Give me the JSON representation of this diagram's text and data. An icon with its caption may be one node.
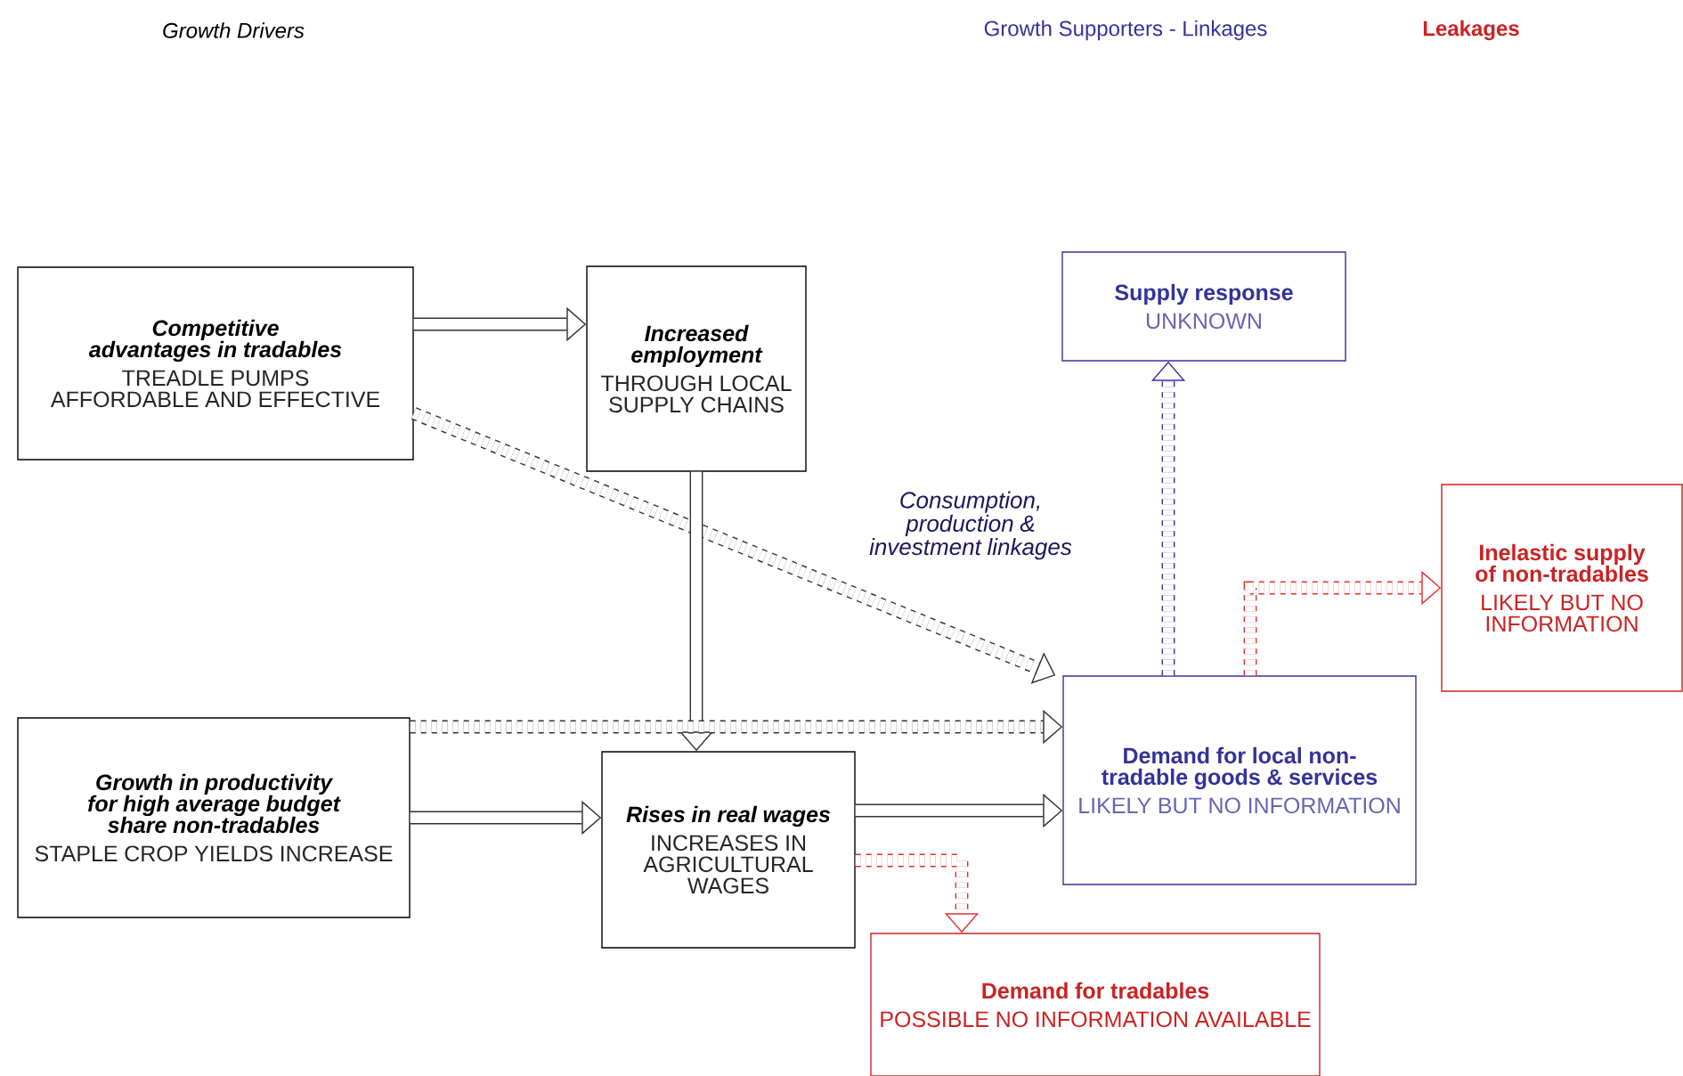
{
  "diagram": {
    "nodes": [
      {
        "text": [
          "Competitive advantages in tradables",
          "TREADLE PUMPS AFFORDABLE AND EFFECTIVE"
        ]
      },
      {
        "text": [
          "Increased employment",
          "THROUGH LOCAL SUPPLY CHAINS"
        ]
      },
      {
        "text": [
          "Supply response",
          "UNKNOWN"
        ]
      },
      {
        "text": [
          "Inelastic supply of non-tradables",
          "LIKELY BUT NO INFORMATION"
        ]
      },
      {
        "text": [
          "Growth in productivity for high average budget share non-tradables",
          "STAPLE CROP YIELDS INCREASE"
        ]
      },
      {
        "text": [
          "Rises in real wages",
          "INCREASES IN AGRICULTURAL WAGES"
        ]
      },
      {
        "text": [
          "Demand for local non-tradable goods & services",
          "LIKELY BUT NO INFORMATION"
        ]
      },
      {
        "text": [
          "Demand for tradables",
          "POSSIBLE NO INFORMATION AVAILABLE"
        ]
      }
    ],
    "edges": [
      {
        "from": 0,
        "to": 1,
        "arrow": "to"
      },
      {
        "from": 0,
        "to": 6,
        "arrow": "to",
        "style": "dashed"
      },
      {
        "from": 1,
        "to": 5,
        "arrow": "to"
      },
      {
        "from": 4,
        "to": 5,
        "arrow": "to"
      },
      {
        "from": 4,
        "to": 6,
        "arrow": "to",
        "style": "dashed"
      },
      {
        "from": 5,
        "to": 6,
        "arrow": "to"
      },
      {
        "from": 5,
        "to": 7,
        "arrow": "to",
        "style": "dashed",
        "color": "#e03030"
      },
      {
        "from": 6,
        "to": 2,
        "arrow": "to",
        "style": "dashed",
        "color": "#333399"
      },
      {
        "from": 6,
        "to": 3,
        "arrow": "to",
        "style": "dashed",
        "color": "#e03030"
      }
    ],
    "labels": [
      "Growth Drivers",
      "Growth Supporters - Linkages",
      "Leakages",
      "Consumption, production & investment linkages"
    ]
  }
}
